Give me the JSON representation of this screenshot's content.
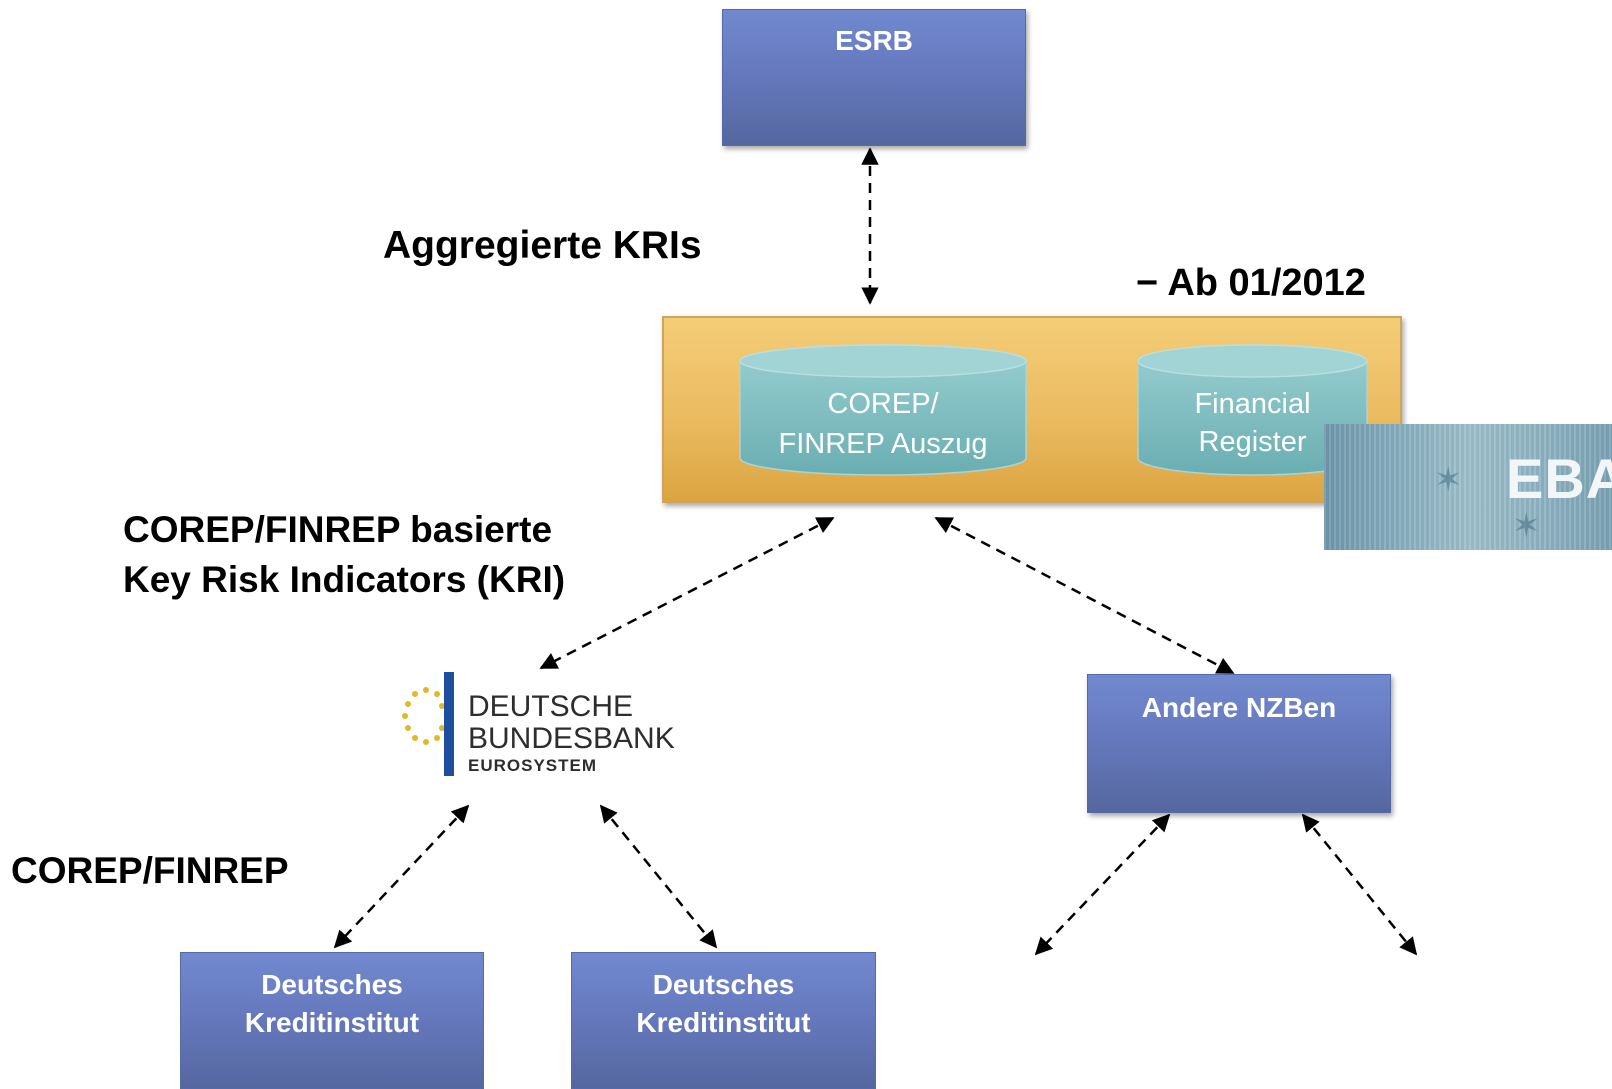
{
  "nodes": {
    "esrb": "ESRB",
    "eba_container": {
      "corep_db_line1": "COREP/",
      "corep_db_line2": "FINREP Auszug",
      "financial_db_line1": "Financial",
      "financial_db_line2": "Register"
    },
    "eba_logo": "EBA",
    "bundesbank_logo": {
      "line1": "DEUTSCHE",
      "line2": "BUNDESBANK",
      "line3": "EUROSYSTEM"
    },
    "other_ncbs": "Andere NZBen",
    "bank_left_line1": "Deutsches",
    "bank_left_line2": "Kreditinstitut",
    "bank_right_line1": "Deutsches",
    "bank_right_line2": "Kreditinstitut"
  },
  "labels": {
    "aggregated": "Aggregierte KRIs",
    "since": "− Ab 01/2012",
    "corep_kri_line1": "COREP/FINREP basierte",
    "corep_kri_line2": "Key Risk Indicators (KRI)",
    "corep": "COREP/FINREP"
  },
  "colors": {
    "box_blue": "#6679be",
    "container_gold": "#ebbb60",
    "cylinder_teal": "#7fbcbf",
    "arrow": "#000000"
  }
}
